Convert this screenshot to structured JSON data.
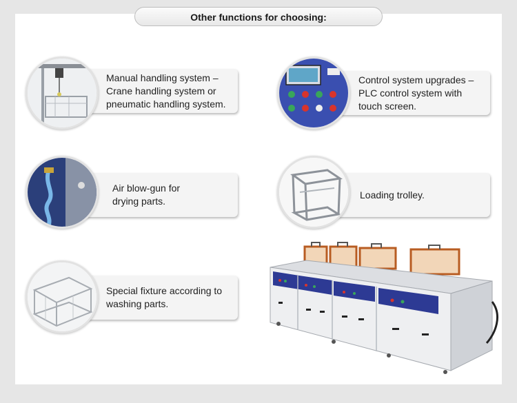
{
  "header": {
    "title": "Other functions for choosing:"
  },
  "features": [
    {
      "label": "Manual handling system –\nCrane handling system or\npneumatic handling system.",
      "image_icon": "crane-handling-icon"
    },
    {
      "label": "Control system upgrades –\nPLC control system with\ntouch screen.",
      "image_icon": "control-panel-icon"
    },
    {
      "label": "Air blow-gun for\ndrying parts.",
      "image_icon": "air-blow-gun-icon"
    },
    {
      "label": "Loading trolley.",
      "image_icon": "loading-trolley-icon"
    },
    {
      "label": "Special fixture according to\nwashing parts.",
      "image_icon": "wire-basket-fixture-icon"
    }
  ],
  "colors": {
    "panel_blue": "#2d3a94",
    "tank_steel": "#e9eaec",
    "lid_orange": "#c86a2c",
    "background": "#e6e6e6"
  }
}
